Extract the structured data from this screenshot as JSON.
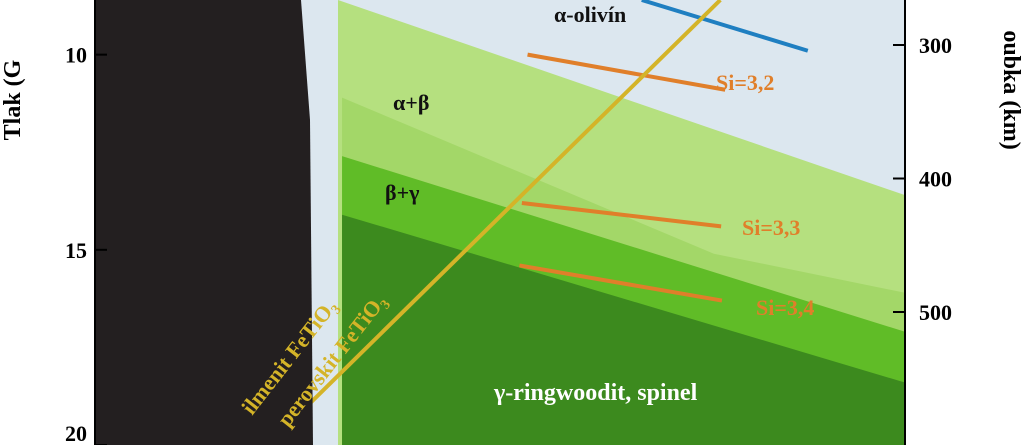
{
  "chart_data": {
    "type": "area",
    "title": "",
    "ylabel_left": "Tlak (G",
    "ylabel_right": "oubka (km)",
    "left_axis": {
      "range": [
        8.6,
        20
      ],
      "ticks": [
        10,
        15,
        20
      ],
      "tick_labels": [
        "10",
        "15",
        "20"
      ],
      "inverted": true
    },
    "right_axis": {
      "ticks": [
        300,
        400,
        500
      ],
      "tick_labels": [
        "300",
        "400",
        "500"
      ]
    },
    "x_range": [
      0,
      100
    ],
    "region_labels": {
      "alpha": "α-olivín",
      "alpha_beta": "α+β",
      "beta_gamma": "β+γ",
      "gamma": "γ-ringwoodit, spinel"
    },
    "boundaries": [
      {
        "name": "alpha_beta_upper",
        "points": [
          [
            30,
            8.6
          ],
          [
            100,
            13.6
          ]
        ]
      },
      {
        "name": "alpha_beta_lower",
        "points": [
          [
            30.5,
            11.1
          ],
          [
            76.4,
            15.1
          ],
          [
            100,
            16.1
          ]
        ]
      },
      {
        "name": "beta_gamma_lower",
        "points": [
          [
            30.5,
            12.6
          ],
          [
            100,
            17.1
          ]
        ]
      },
      {
        "name": "gamma_upper",
        "points": [
          [
            30.5,
            14.1
          ],
          [
            100,
            18.4
          ]
        ]
      }
    ],
    "series": [
      {
        "name": "",
        "color": "#1f7fc1",
        "points": [
          [
            67.5,
            8.6
          ],
          [
            88,
            9.9
          ]
        ]
      },
      {
        "name": "Si=3,2",
        "color": "#e07f2a",
        "points": [
          [
            53.4,
            10.0
          ],
          [
            77.8,
            10.9
          ]
        ]
      },
      {
        "name": "Si=3,3",
        "color": "#e07f2a",
        "points": [
          [
            52.7,
            13.8
          ],
          [
            77.3,
            14.4
          ]
        ]
      },
      {
        "name": "Si=3,4",
        "color": "#e07f2a",
        "points": [
          [
            52.4,
            15.4
          ],
          [
            77.4,
            16.3
          ]
        ]
      },
      {
        "name": "ilmenit FeTiO3",
        "color": "#d4b428",
        "points": [
          [
            21.3,
            20.0
          ],
          [
            77.2,
            8.6
          ]
        ]
      }
    ],
    "series_labels": {
      "si32": "Si=3,2",
      "si33": "Si=3,3",
      "si34": "Si=3,4"
    },
    "phase_labels": {
      "ilmenit_base": "ilmenit FeTiO",
      "perovskit_base": "perovskit FeTiO",
      "subscript": "3"
    },
    "colors": {
      "alpha": "#dce7ef",
      "alpha_beta": "#b5e07f",
      "alpha_beta_mid": "#a3d768",
      "beta_gamma": "#60bc27",
      "gamma": "#3c8a1e",
      "black": "#231f20",
      "blue": "#1f7fc1",
      "orange": "#e07f2a",
      "yellow": "#d4b428",
      "label_dark": "#111111"
    }
  }
}
